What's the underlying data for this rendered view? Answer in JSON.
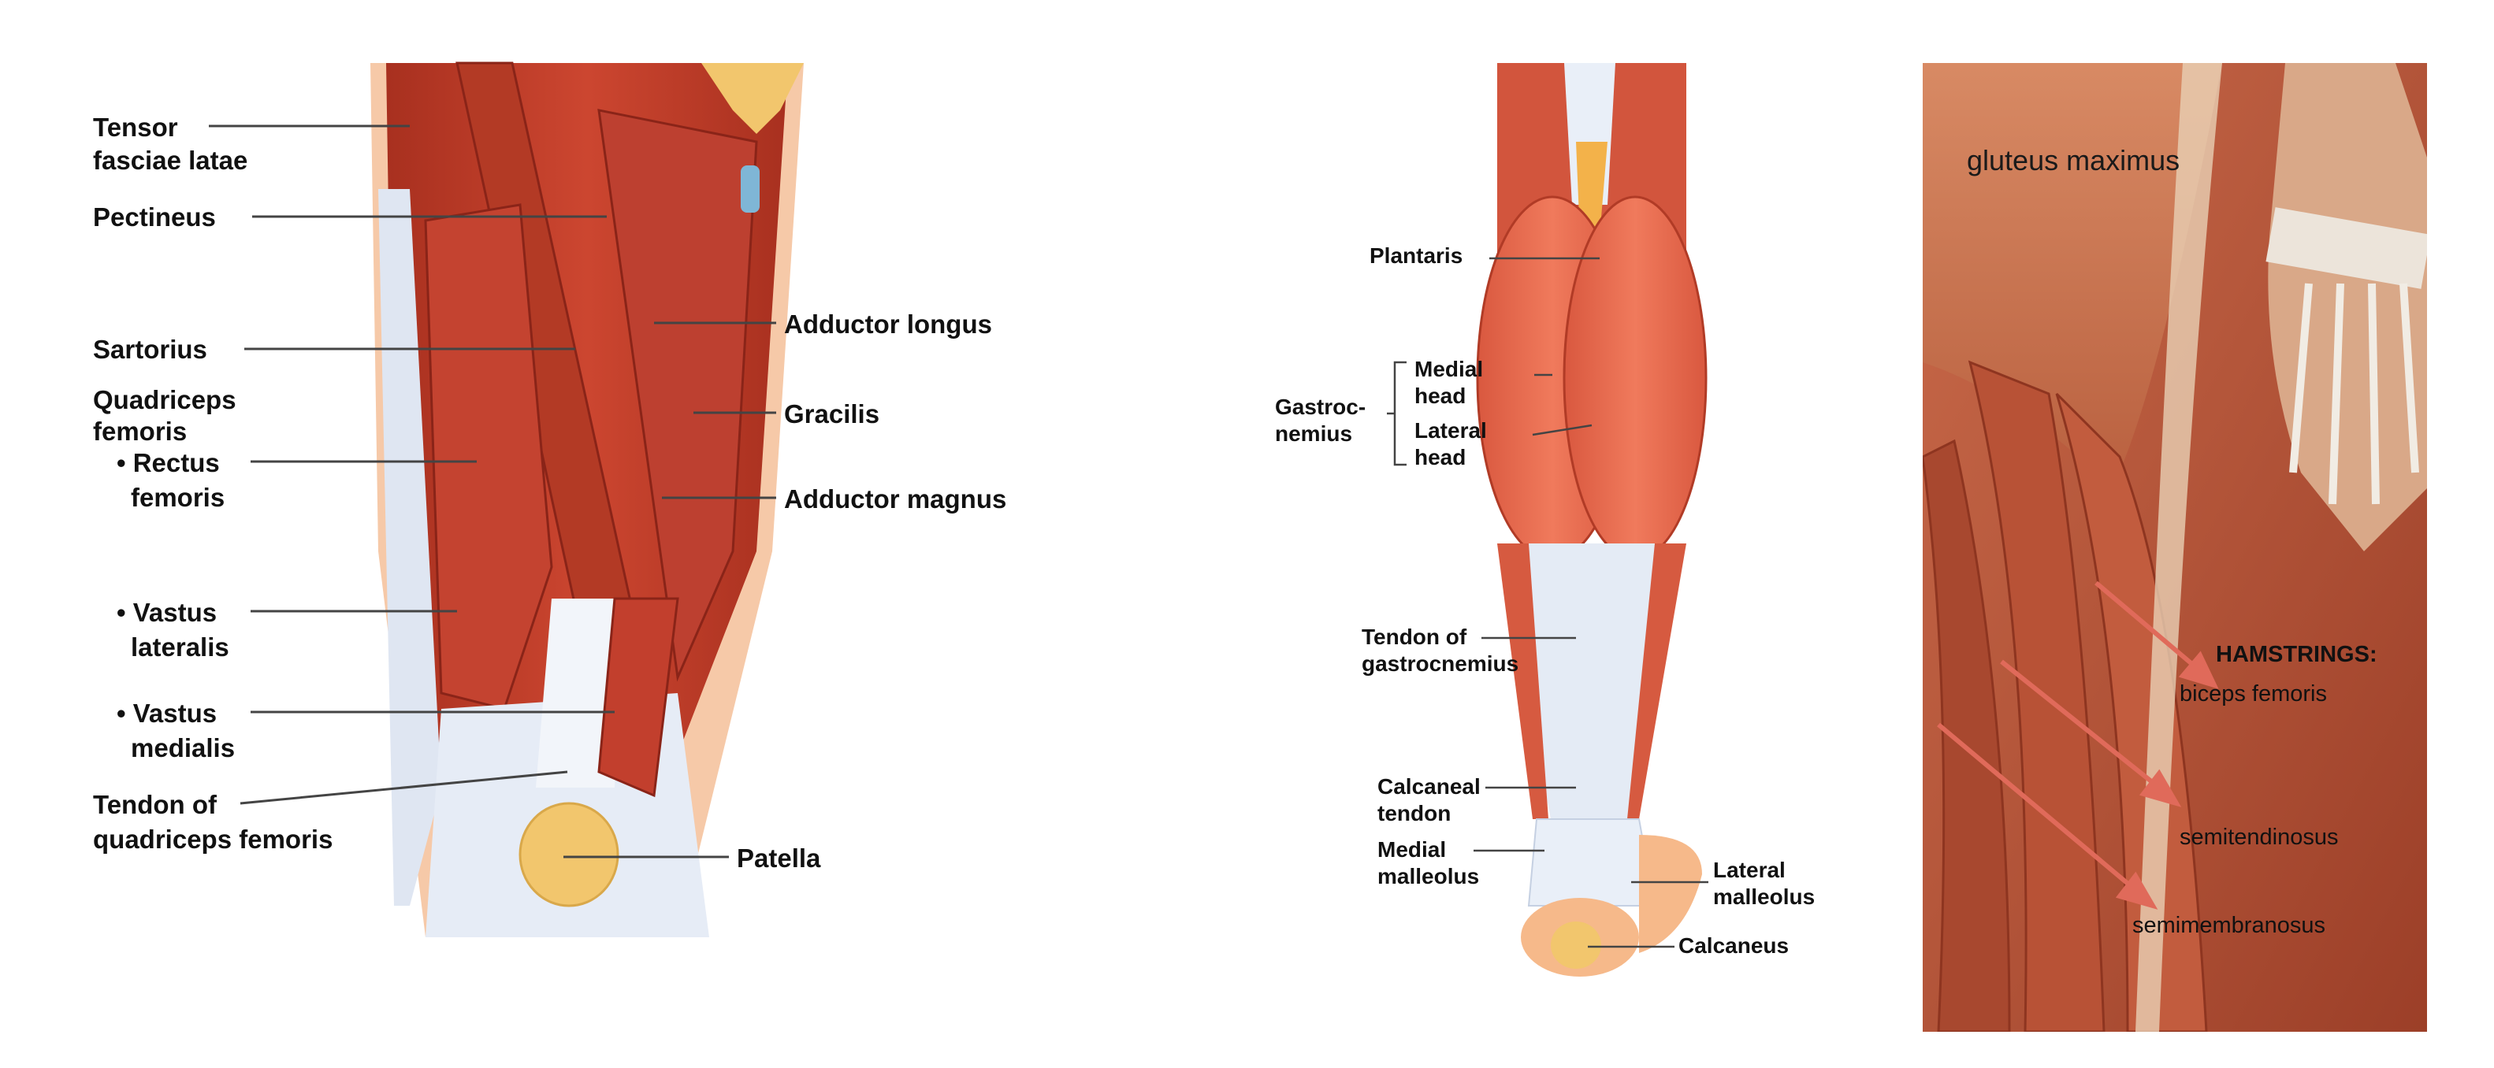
{
  "thigh": {
    "labels": {
      "tensor_1": "Tensor",
      "tensor_2": "fasciae latae",
      "pectineus": "Pectineus",
      "sartorius": "Sartorius",
      "quadriceps_1": "Quadriceps",
      "quadriceps_2": "femoris",
      "rectus_1": "• Rectus",
      "rectus_2": "femoris",
      "vastus_lat_1": "• Vastus",
      "vastus_lat_2": "lateralis",
      "vastus_med_1": "• Vastus",
      "vastus_med_2": "medialis",
      "tendon_1": "Tendon of",
      "tendon_2": "quadriceps femoris",
      "adductor_longus": "Adductor longus",
      "gracilis": "Gracilis",
      "adductor_magnus": "Adductor magnus",
      "patella": "Patella"
    }
  },
  "calf": {
    "labels": {
      "plantaris": "Plantaris",
      "gastroc_1": "Gastroc-",
      "gastroc_2": "nemius",
      "medial_head_1": "Medial",
      "medial_head_2": "head",
      "lateral_head_1": "Lateral",
      "lateral_head_2": "head",
      "tendon_gastroc_1": "Tendon of",
      "tendon_gastroc_2": "gastrocnemius",
      "calcaneal_1": "Calcaneal",
      "calcaneal_2": "tendon",
      "medial_mall_1": "Medial",
      "medial_mall_2": "malleolus",
      "lateral_mall_1": "Lateral",
      "lateral_mall_2": "malleolus",
      "calcaneus": "Calcaneus"
    }
  },
  "hamstrings": {
    "labels": {
      "gluteus": "gluteus maximus",
      "heading": "HAMSTRINGS:",
      "biceps": "biceps femoris",
      "semitendinosus": "semitendinosus",
      "semimembranosus": "semimembranosus"
    }
  },
  "colors": {
    "muscle": "#c0392b",
    "muscle_dark": "#9e2a1f",
    "tendon": "#e8eef6",
    "bone": "#f2c66d",
    "arrow": "#e06a5a"
  }
}
